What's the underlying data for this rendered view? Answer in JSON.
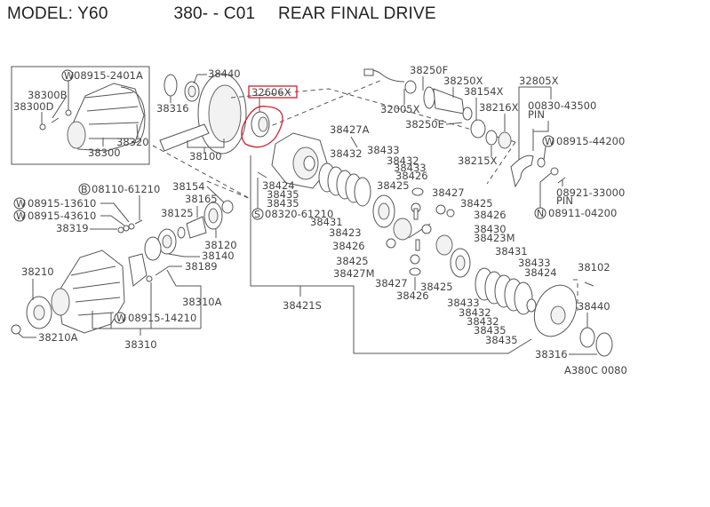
{
  "header": {
    "model": "MODEL: Y60",
    "section_code": "380-  - C01",
    "title": "REAR FINAL DRIVE"
  },
  "highlight": {
    "part_number": "32606X",
    "color": "#d21e2e"
  },
  "figure_code": "A380C 0080",
  "labels": {
    "p08915_2401A": "08915-2401A",
    "p38300B": "38300B",
    "p38300D": "38300D",
    "p38320": "38320",
    "p38300": "38300",
    "p38440_top": "38440",
    "p38316_top": "38316",
    "p38100": "38100",
    "p38250F": "38250F",
    "p38250X": "38250X",
    "p38154X": "38154X",
    "p32005X": "32005X",
    "p38250E": "38250E",
    "p38216X": "38216X",
    "p38215X": "38215X",
    "p32805X": "32805X",
    "p00830_43500": "00830-43500",
    "pin1": "PIN",
    "p08915_44200": "08915-44200",
    "p08921_33000": "08921-33000",
    "pin2": "PIN",
    "p08911_04200": "08911-04200",
    "p38427A": "38427A",
    "p38432a": "38432",
    "p38433a": "38433",
    "p38432b": "38432",
    "p38433b": "38433",
    "p38426a": "38426",
    "p38424a": "38424",
    "p38435a": "38435",
    "p38435b": "38435",
    "p08320_61210": "08320-61210",
    "p38431a": "38431",
    "p38425a": "38425",
    "p38427a": "38427",
    "p38425b": "38425",
    "p38426b": "38426",
    "p38423": "38423",
    "p38430": "38430",
    "p38423M": "38423M",
    "p38426c": "38426",
    "p38431b": "38431",
    "p38425c": "38425",
    "p38427M": "38427M",
    "p38427b": "38427",
    "p38425d": "38425",
    "p38426d": "38426",
    "p38433c": "38433",
    "p38424b": "38424",
    "p38433d": "38433",
    "p38432c": "38432",
    "p38432d": "38432",
    "p38435c": "38435",
    "p38435d": "38435",
    "p38102": "38102",
    "p38440_bot": "38440",
    "p38316_bot": "38316",
    "p38421S": "38421S",
    "p08110_61210": "08110-61210",
    "p08915_13610": "08915-13610",
    "p08915_43610": "08915-43610",
    "p38319": "38319",
    "p38154": "38154",
    "p38165": "38165",
    "p38125": "38125",
    "p38120": "38120",
    "p38140": "38140",
    "p38189": "38189",
    "p38210": "38210",
    "p38310A": "38310A",
    "p08915_14210": "08915-14210",
    "p38210A": "38210A",
    "p38310": "38310"
  },
  "circle_marks": {
    "W": "W",
    "B": "B",
    "S": "S",
    "N": "N"
  }
}
